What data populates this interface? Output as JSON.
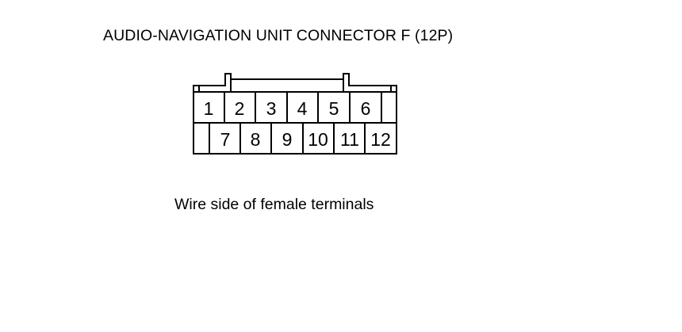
{
  "title": "AUDIO-NAVIGATION UNIT CONNECTOR F (12P)",
  "caption": "Wire side of female terminals",
  "pins": {
    "top_row": [
      "1",
      "2",
      "3",
      "4",
      "5",
      "6",
      ""
    ],
    "bottom_row": [
      "",
      "7",
      "8",
      "9",
      "10",
      "11",
      "12"
    ]
  }
}
